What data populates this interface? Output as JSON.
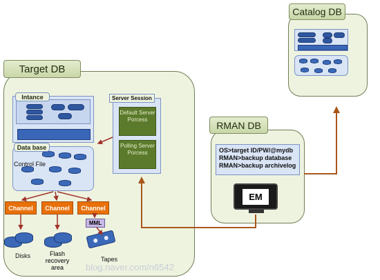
{
  "catalog_db": {
    "title": "Catalog DB"
  },
  "target_db": {
    "title": "Target DB",
    "instance_label": "Intance",
    "database_label": "Data base",
    "control_file_label": "Control File",
    "server_session": {
      "title": "Server Session",
      "default_process": "Default Server Porcess",
      "polling_process": "Polling Server Porcess"
    },
    "channels": [
      "Channel",
      "Channel",
      "Channel"
    ],
    "mml_label": "MML",
    "storage": {
      "disks": "Disks",
      "flash": "Flash recovery area",
      "tapes": "Tapes"
    }
  },
  "rman_db": {
    "title": "RMAN DB",
    "commands": [
      "OS>target ID/PW/@mydb",
      "RMAN>backup database",
      "RMAN>backup archivelog"
    ],
    "em_label": "EM"
  },
  "watermark": "blog.naver.com/n6542",
  "colors": {
    "panel": "#eef3e0",
    "channel": "#e8700a",
    "arrow_brown": "#a8561a",
    "arrow_red": "#a0322a"
  }
}
